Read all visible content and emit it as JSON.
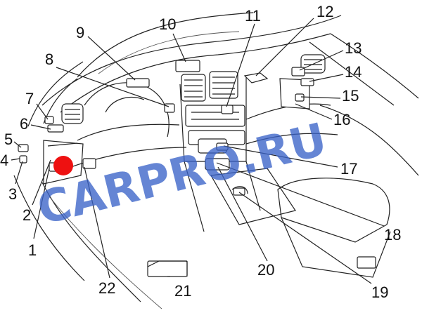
{
  "labels": [
    "1",
    "2",
    "3",
    "4",
    "5",
    "6",
    "7",
    "8",
    "9",
    "10",
    "11",
    "12",
    "13",
    "14",
    "15",
    "16",
    "17",
    "18",
    "19",
    "20",
    "21",
    "22"
  ],
  "watermark": "CARPRO.RU",
  "colors": {
    "marker": "#ee1111",
    "watermark": "#3a63c8",
    "line": "#222222"
  }
}
